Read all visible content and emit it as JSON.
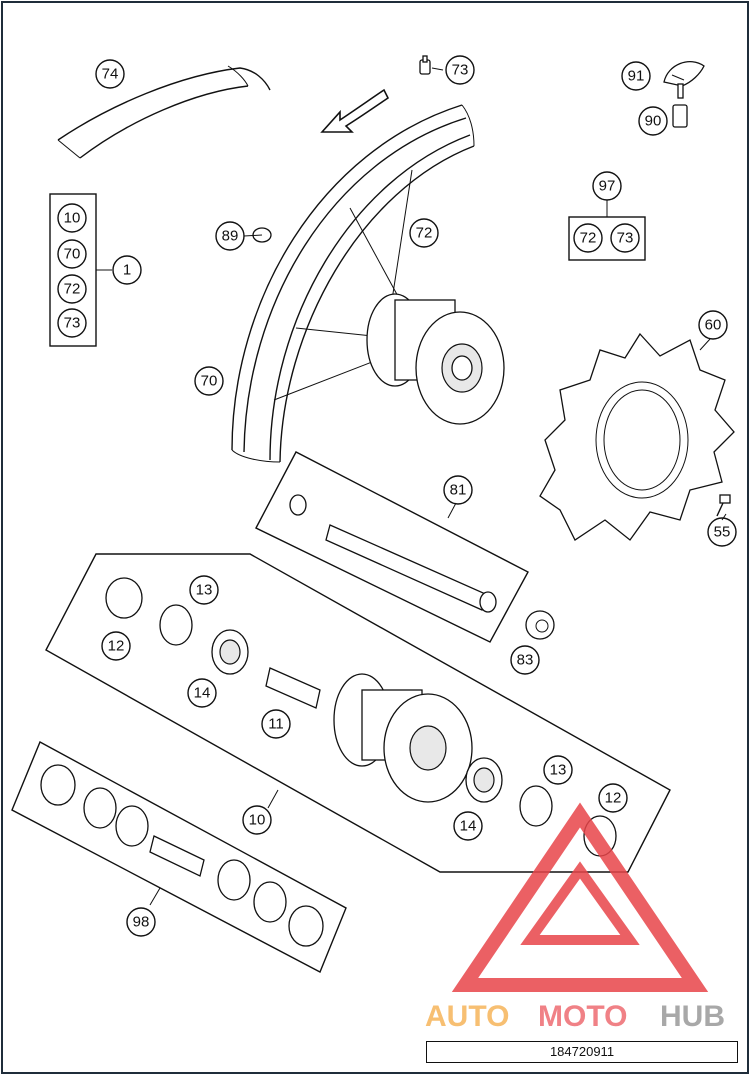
{
  "callouts": {
    "c1": "1",
    "c10a": "10",
    "c70a": "70",
    "c72a": "72",
    "c73a": "73",
    "c74": "74",
    "c73": "73",
    "c91": "91",
    "c90": "90",
    "c97": "97",
    "c72b": "72",
    "c73b": "73",
    "c89": "89",
    "c72": "72",
    "c70": "70",
    "c60": "60",
    "c55": "55",
    "c81": "81",
    "c83": "83",
    "c13a": "13",
    "c12a": "12",
    "c14a": "14",
    "c11": "11",
    "c10": "10",
    "c13b": "13",
    "c12b": "12",
    "c14b": "14",
    "c98": "98"
  },
  "watermark": {
    "part1": "AUTO",
    "part2": "MOTO",
    "part3": "HUB",
    "colors": {
      "triangle": "#e8454a",
      "auto": "#f6b45a",
      "moto": "#ee6c72",
      "hub": "#9a9a9a"
    }
  },
  "drawing_number": "184720911",
  "colors": {
    "line": "#111111",
    "frame": "#1f2d3a"
  }
}
